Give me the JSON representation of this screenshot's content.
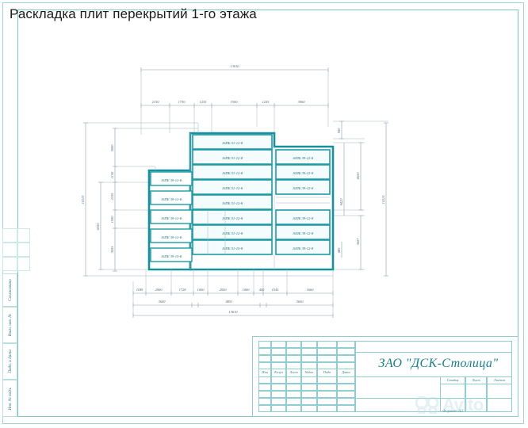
{
  "page": {
    "title": "Раскладка плит перекрытий 1-го этажа",
    "format_label": "Формат   А3",
    "watermark": "Avito"
  },
  "side_stamp": {
    "cells": [
      {
        "label": "Согласовано"
      },
      {
        "label": "Взам. инв. №"
      },
      {
        "label": "Подп. и дата"
      },
      {
        "label": "Инв. № подл."
      }
    ]
  },
  "title_block": {
    "company": "ЗАО \"ДСК-Столица\"",
    "revision_columns": [
      "Изм",
      "Колуч",
      "Лист",
      "№док",
      "Подп",
      "Дата"
    ],
    "stage_columns": [
      "Стадия",
      "Лист",
      "Листов"
    ]
  },
  "chart_data": {
    "type": "diagram",
    "title": "Раскладка плит перекрытий 1-го этажа",
    "overall_width": "13610",
    "overall_height": "10110",
    "top_dimensions": {
      "total": "13610",
      "segments": [
        "2150",
        "1750",
        "1255",
        "3300",
        "1255",
        "3900"
      ]
    },
    "bottom_dimensions": {
      "row1": [
        "1189",
        "2000",
        "1728",
        "1000",
        "2050",
        "1000",
        "440",
        "1545",
        "1660"
      ],
      "row2": [
        "3649",
        "4851",
        "3650"
      ],
      "total": "13610"
    },
    "left_dimensions": {
      "total": "10110",
      "group": "6350",
      "segments": [
        "3000",
        "1150",
        "2105",
        "1000",
        "3055"
      ]
    },
    "right_dimensions": {
      "total": "10110",
      "segments": [
        "900",
        "4550",
        "3607",
        "480"
      ],
      "secondary": "9420"
    },
    "slab_columns": [
      {
        "name": "left-column",
        "labels": [
          "16ПБ 39-12-8",
          "16ПБ 39-12-8",
          "16ПБ 39-12-8",
          "16ПБ 39-12-8",
          "16ПБ 39-15-8"
        ]
      },
      {
        "name": "center-column",
        "labels": [
          "16ПБ 51-12-8",
          "16ПБ 51-12-8",
          "16ПБ 51-12-8",
          "16ПБ 51-12-8",
          "16ПБ 51-12-8",
          "16ПБ 51-12-8",
          "16ПБ 51-12-8",
          "16ПБ 51-10-8"
        ]
      },
      {
        "name": "right-column",
        "labels": [
          "16ПБ 39-12-8",
          "16ПБ 39-12-8",
          "16ПБ 39-12-8",
          "16ПБ 39-12-8",
          "16ПБ 39-12-8",
          "16ПБ 39-12-8"
        ]
      }
    ],
    "colors": {
      "slab_outline": "#1d9aa6",
      "dimension": "#8a9ca8",
      "frame": "#7fc6ca",
      "title_text": "#1a1a1a"
    }
  }
}
